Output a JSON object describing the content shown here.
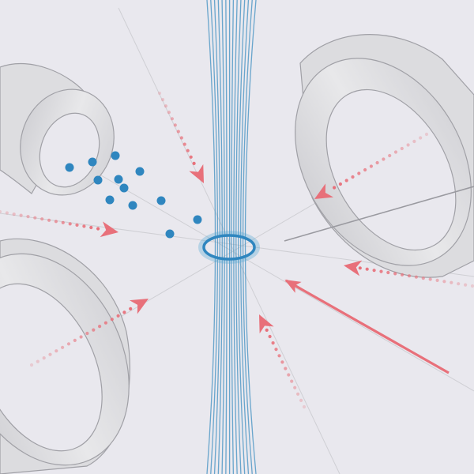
{
  "colors": {
    "background": "#e9e8ee",
    "beam_blue": "#3e8fc0",
    "atom_blue": "#2f86bf",
    "laser_red": "#e8707a",
    "coil_stroke": "#9c9ca2",
    "coil_fill": "#dcdcde",
    "axis_line": "#c9c9cf"
  },
  "icons": [
    "coil-ring",
    "laser-arrow",
    "atom-dot",
    "optical-tweezer-beam",
    "trap-ring"
  ]
}
